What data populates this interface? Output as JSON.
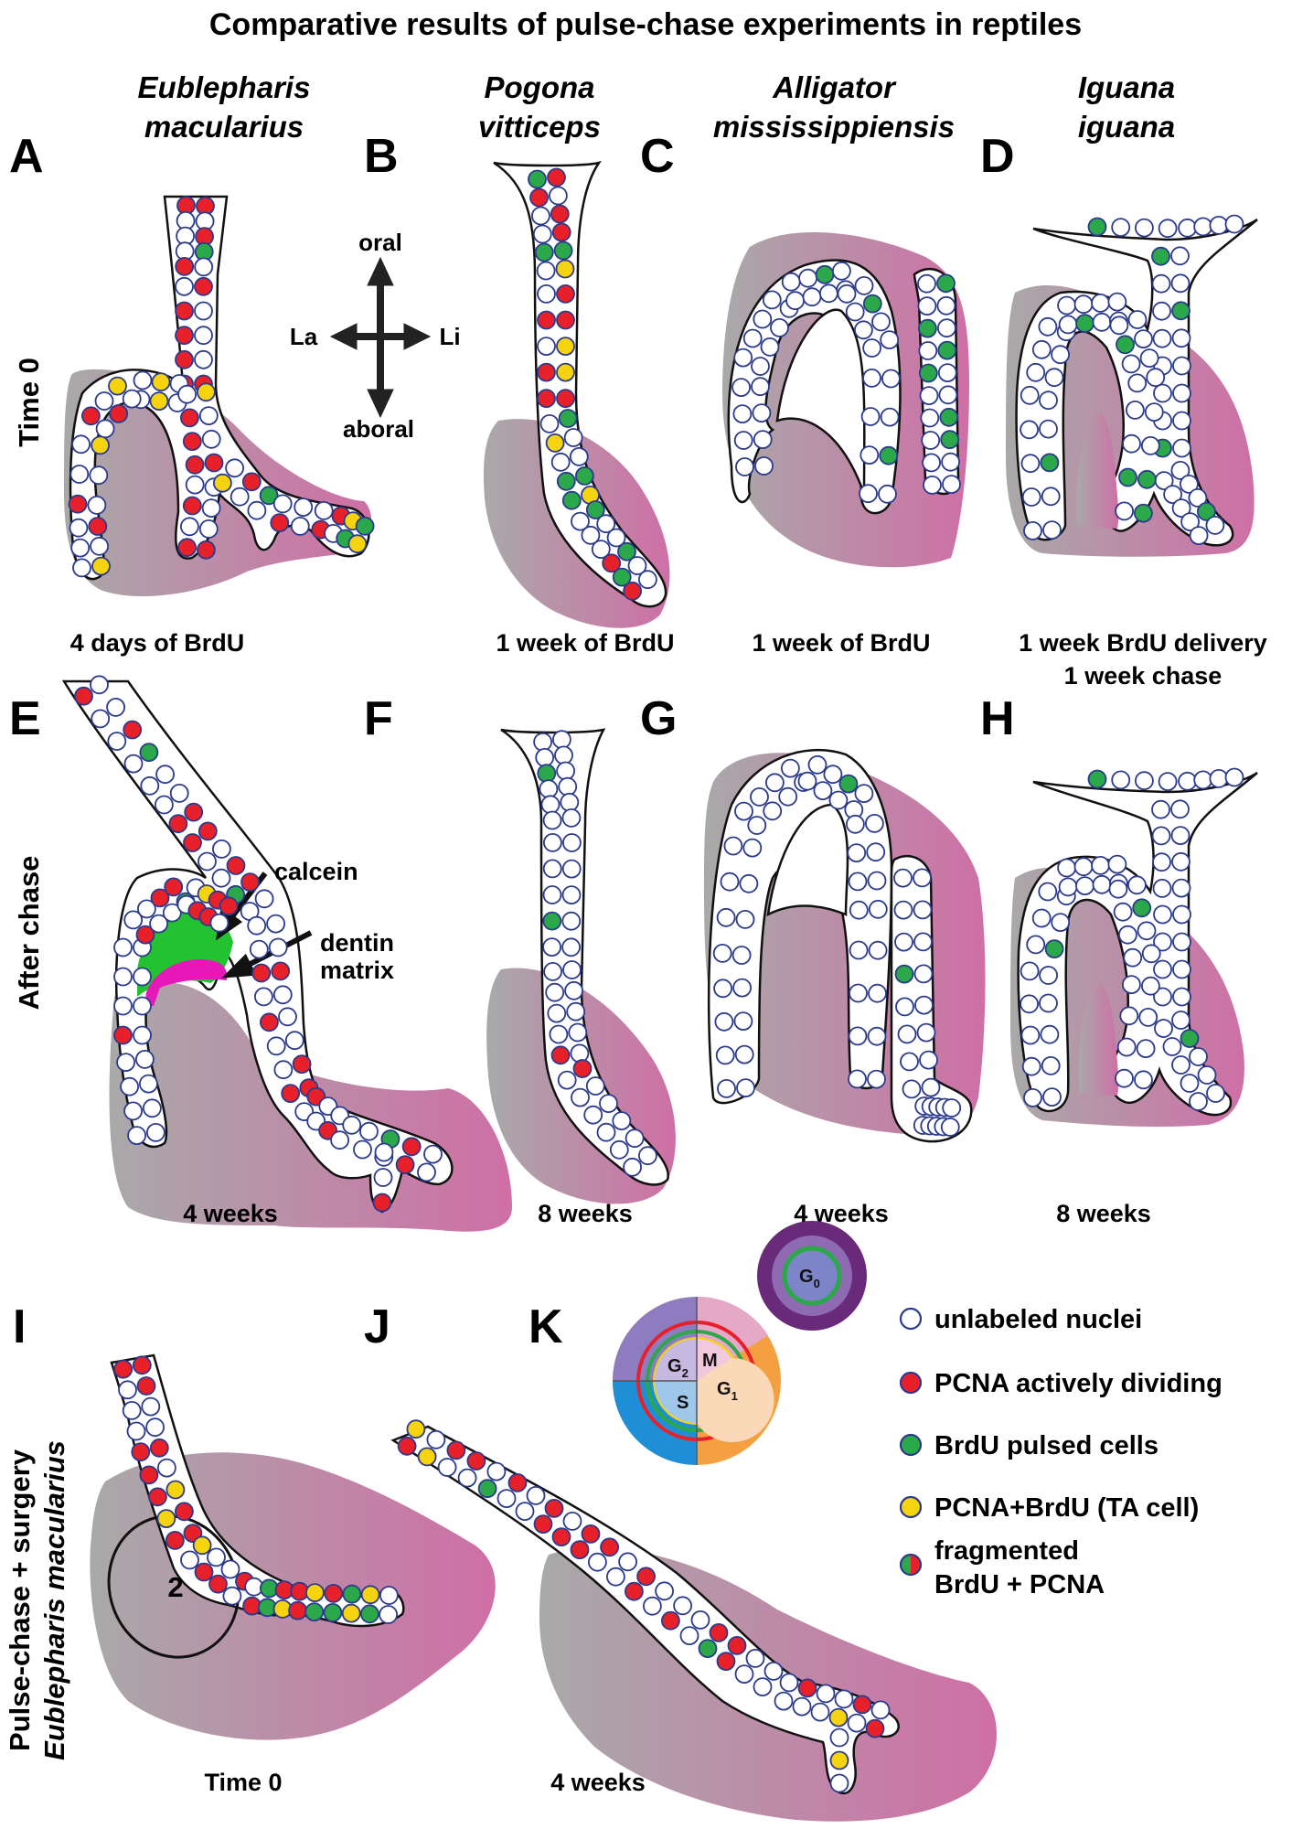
{
  "title": "Comparative results of pulse-chase experiments in reptiles",
  "species": {
    "a_line1": "Eublepharis",
    "a_line2": "macularius",
    "b_line1": "Pogona",
    "b_line2": "vitticeps",
    "c_line1": "Alligator",
    "c_line2": "mississippiensis",
    "d_line1": "Iguana",
    "d_line2": "iguana"
  },
  "panels": [
    "A",
    "B",
    "C",
    "D",
    "E",
    "F",
    "G",
    "H",
    "I",
    "J",
    "K"
  ],
  "rows": {
    "time0": "Time 0",
    "after": "After chase",
    "pulse_line1": "Pulse-chase + surgery",
    "pulse_line2": "Eublepharis macularius"
  },
  "axes": {
    "oral": "oral",
    "aboral": "aboral",
    "labial": "La",
    "lingual": "Li"
  },
  "captions": {
    "a": "4 days of BrdU",
    "b": "1 week of BrdU",
    "c": "1 week of BrdU",
    "d_line1": "1 week BrdU delivery",
    "d_line2": "1 week chase",
    "e": "4 weeks",
    "f": "8 weeks",
    "g": "4 weeks",
    "h": "8 weeks",
    "i": "Time 0",
    "j": "4 weeks"
  },
  "annotations": {
    "calcein": "calcein",
    "dentin_line1": "dentin",
    "dentin_line2": "matrix",
    "tooth_number": "2"
  },
  "cell_cycle": {
    "g2": "G",
    "g2_sub": "2",
    "m": "M",
    "g1": "G",
    "g1_sub": "1",
    "s": "S",
    "g0": "G",
    "g0_sub": "0"
  },
  "legend": [
    {
      "key": "unlabeled",
      "label": "unlabeled nuclei",
      "color": "#ffffff"
    },
    {
      "key": "pcna",
      "label": "PCNA actively dividing",
      "color": "#e8202a"
    },
    {
      "key": "brdu",
      "label": "BrdU pulsed cells",
      "color": "#2aa84a"
    },
    {
      "key": "both",
      "label": "PCNA+BrdU (TA cell)",
      "color": "#f5d40f"
    },
    {
      "key": "fragmented",
      "label_line1": "fragmented",
      "label_line2": "BrdU + PCNA"
    }
  ],
  "colors": {
    "cell_outline": "#2b3a8c",
    "pcna": "#e8202a",
    "brdu": "#2aa84a",
    "both": "#f5d40f",
    "calcein": "#22c230",
    "dentin": "#e619b8",
    "tissue_from": "#a9a9a9",
    "tissue_to": "#cf6fa6"
  }
}
